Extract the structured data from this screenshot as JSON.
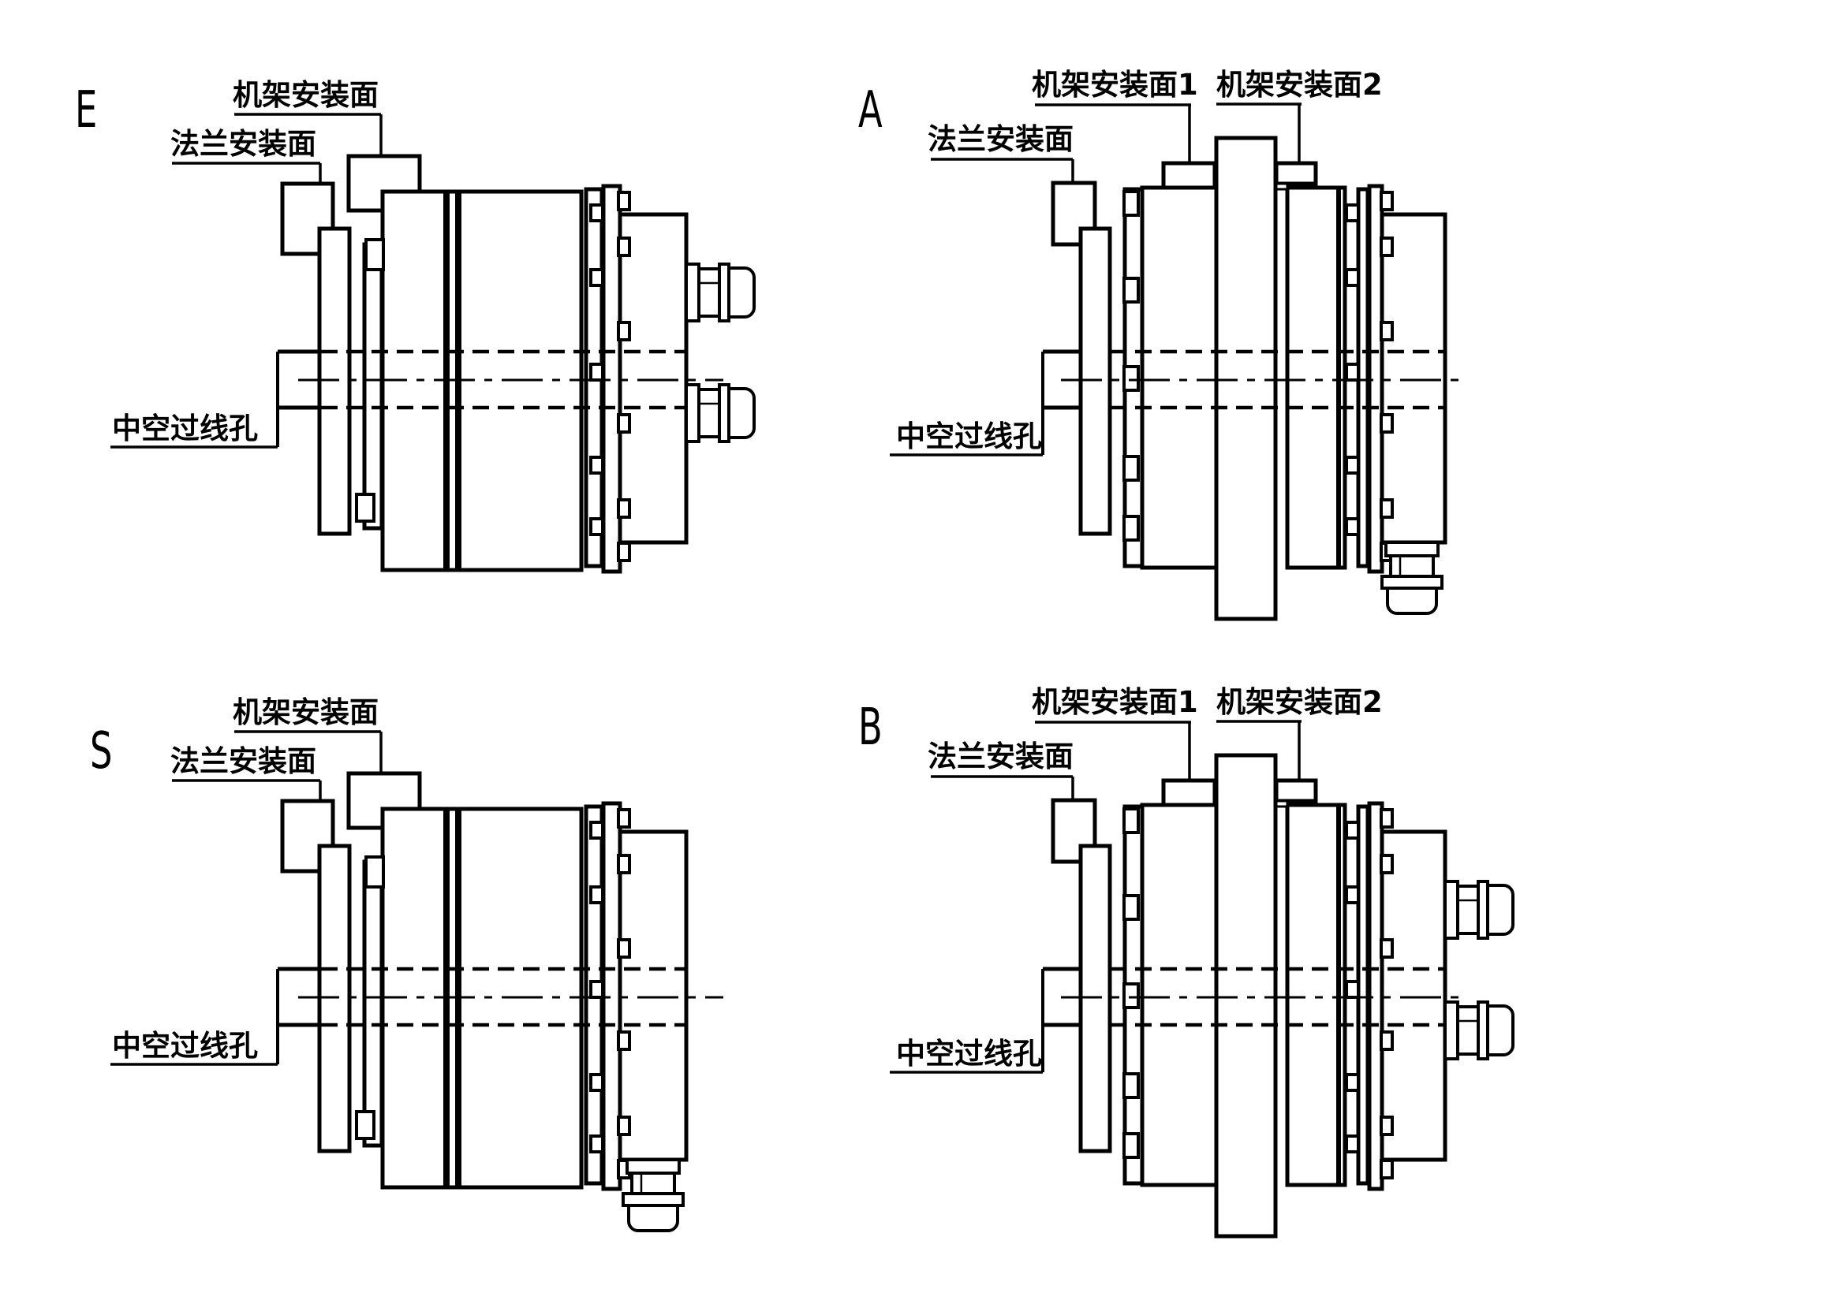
{
  "page": {
    "background": "#ffffff",
    "line_color": "#000000"
  },
  "diagrams": {
    "e": {
      "letter": "E",
      "labels": {
        "frame_mount": "机架安装面",
        "flange_mount": "法兰安装面",
        "hollow_hole": "中空过线孔"
      }
    },
    "a": {
      "letter": "A",
      "labels": {
        "frame_mount_1": "机架安装面1",
        "frame_mount_2": "机架安装面2",
        "flange_mount": "法兰安装面",
        "hollow_hole": "中空过线孔"
      }
    },
    "s": {
      "letter": "S",
      "labels": {
        "frame_mount": "机架安装面",
        "flange_mount": "法兰安装面",
        "hollow_hole": "中空过线孔"
      }
    },
    "b": {
      "letter": "B",
      "labels": {
        "frame_mount_1": "机架安装面1",
        "frame_mount_2": "机架安装面2",
        "flange_mount": "法兰安装面",
        "hollow_hole": "中空过线孔"
      }
    }
  }
}
